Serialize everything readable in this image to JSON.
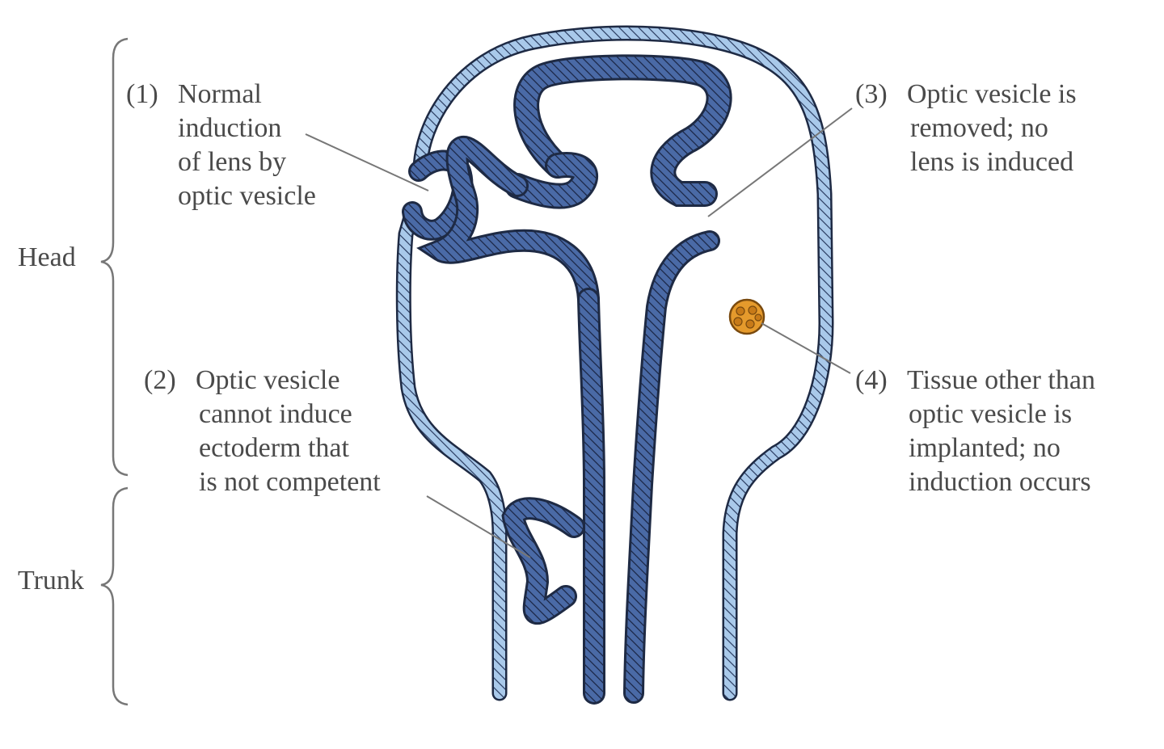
{
  "regions": {
    "head": "Head",
    "trunk": "Trunk"
  },
  "annotations": [
    {
      "number": "(1)",
      "lines": [
        "Normal",
        "induction",
        "of lens by",
        "optic vesicle"
      ]
    },
    {
      "number": "(2)",
      "lines": [
        "Optic vesicle",
        "cannot induce",
        "ectoderm that",
        "is not competent"
      ]
    },
    {
      "number": "(3)",
      "lines": [
        "Optic vesicle is",
        "removed; no",
        "lens is induced"
      ]
    },
    {
      "number": "(4)",
      "lines": [
        "Tissue other than",
        "optic vesicle is",
        "implanted; no",
        "induction occurs"
      ]
    }
  ],
  "colors": {
    "ectoderm": "#a9c9ea",
    "neural_tissue": "#4a6aa6",
    "implanted_tissue": "#e59a2c",
    "outline": "#1e2a44",
    "text": "#4a4a4a",
    "leader": "#777777"
  }
}
